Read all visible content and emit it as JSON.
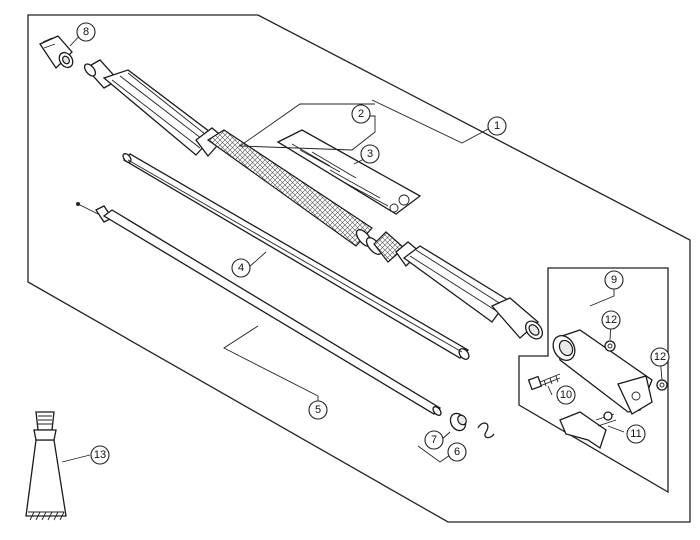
{
  "callouts": {
    "c1": "1",
    "c2": "2",
    "c3": "3",
    "c4": "4",
    "c5": "5",
    "c6": "6",
    "c7": "7",
    "c8": "8",
    "c9": "9",
    "c10": "10",
    "c11": "11",
    "c12a": "12",
    "c12b": "12",
    "c13": "13"
  },
  "colors": {
    "line": "#222222",
    "fill": "#ffffff",
    "knurl": "#cfcfcf"
  }
}
